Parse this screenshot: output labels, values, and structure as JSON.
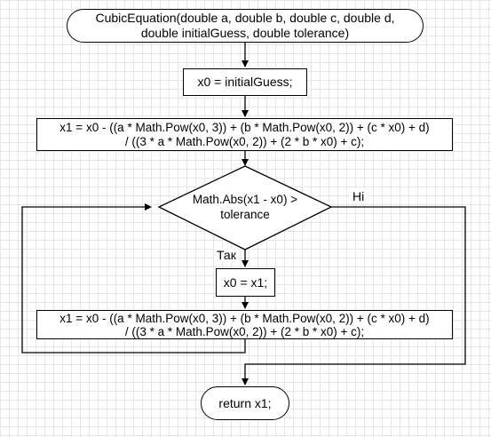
{
  "start": {
    "line1": "CubicEquation(double a, double b, double c, double d,",
    "line2": "double initialGuess, double tolerance)"
  },
  "init": {
    "text": "x0 = initialGuess;"
  },
  "compute1": {
    "line1": "x1 = x0 - ((a * Math.Pow(x0, 3)) + (b * Math.Pow(x0, 2)) + (c * x0) + d)",
    "line2": "/ ((3 * a * Math.Pow(x0, 2)) + (2 * b * x0) + c);"
  },
  "condition": {
    "line1": "Math.Abs(x1 - x0) >",
    "line2": "tolerance"
  },
  "branches": {
    "no": "Ні",
    "yes": "Так"
  },
  "update": {
    "text": "x0 = x1;"
  },
  "compute2": {
    "line1": "x1 = x0 - ((a * Math.Pow(x0, 3)) + (b * Math.Pow(x0, 2)) + (c * x0) + d)",
    "line2": "/ ((3 * a * Math.Pow(x0, 2)) + (2 * b * x0) + c);"
  },
  "end": {
    "text": "return x1;"
  }
}
